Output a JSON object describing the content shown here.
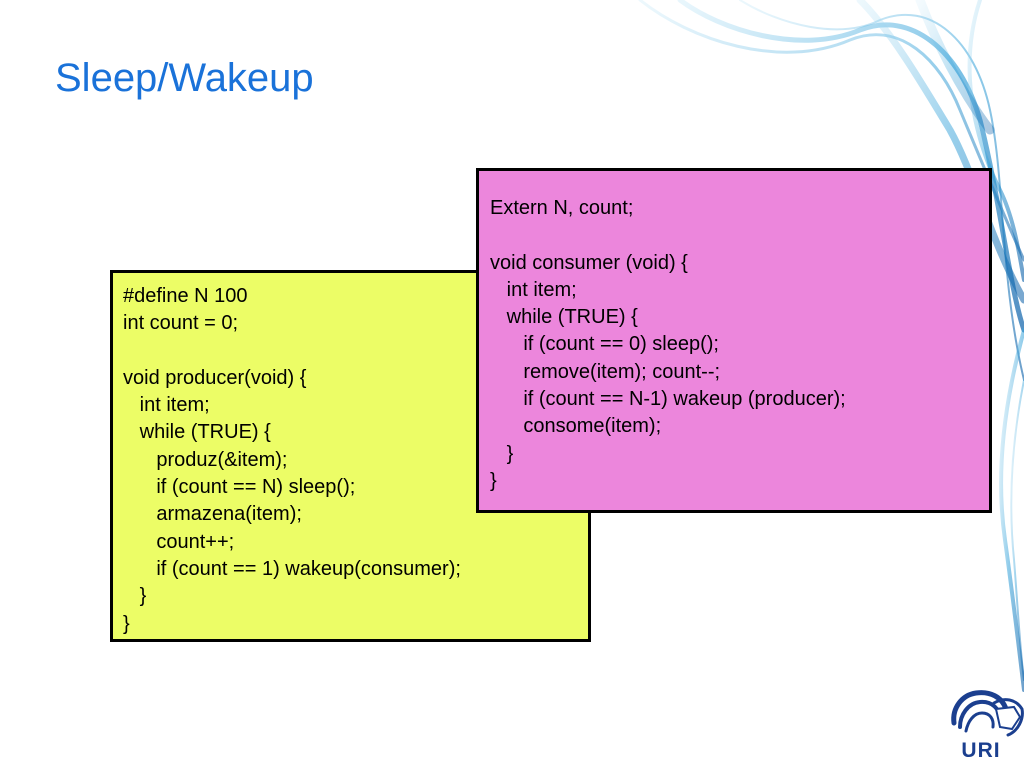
{
  "slide": {
    "title": "Sleep/Wakeup",
    "colors": {
      "title": "#1a72d9",
      "producer_bg": "#ecfd66",
      "consumer_bg": "#ec86dc",
      "border": "#000000",
      "logo": "#1b3f8f"
    }
  },
  "producer": {
    "lines": [
      "#define N 100",
      "int count = 0;",
      "",
      "void producer(void) {",
      "   int item;",
      "   while (TRUE) {",
      "      produz(&item);",
      "      if (count == N) sleep();",
      "      armazena(item);",
      "      count++;",
      "      if (count == 1) wakeup(consumer);",
      "   }",
      "}"
    ]
  },
  "consumer": {
    "lines": [
      "Extern N, count;",
      "",
      "void consumer (void) {",
      "   int item;",
      "   while (TRUE) {",
      "      if (count == 0) sleep();",
      "      remove(item); count--;",
      "      if (count == N-1) wakeup (producer);",
      "      consome(item);",
      "   }",
      "}"
    ]
  },
  "logo": {
    "text": "URI",
    "icon": "uri-university-logo-icon"
  },
  "decoration": {
    "icon": "blue-smoke-decoration"
  }
}
